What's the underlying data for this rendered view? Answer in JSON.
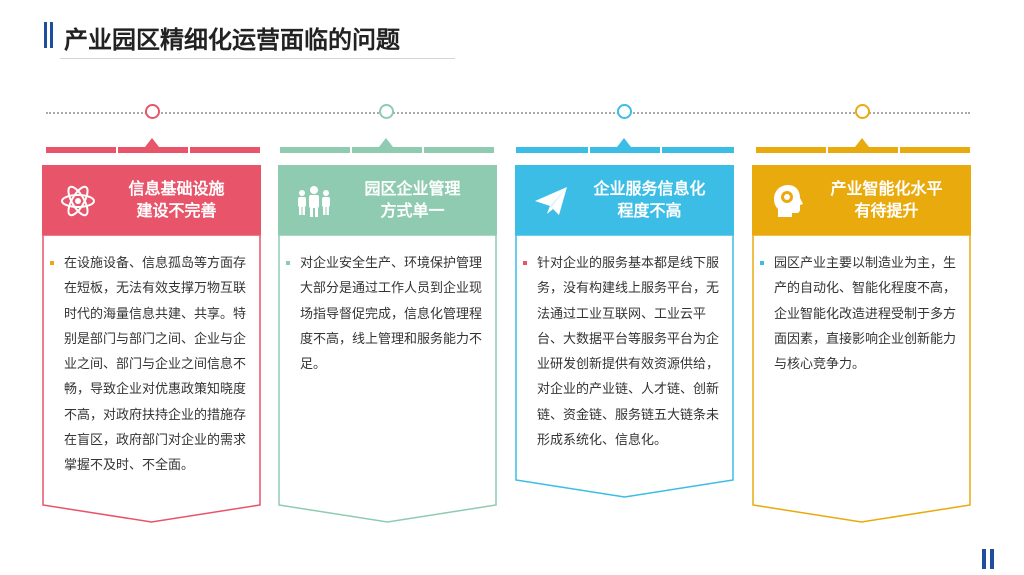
{
  "page": {
    "title": "产业园区精细化运营面临的问题"
  },
  "colors": {
    "red": "#e8546a",
    "green": "#8fcbb0",
    "blue": "#3bbde6",
    "gold": "#e9aa0e",
    "title_mark": "#1f4e9c"
  },
  "cards": [
    {
      "title_line1": "信息基础设施",
      "title_line2": "建设不完善",
      "icon": "atom-icon",
      "text": "在设施设备、信息孤岛等方面存在短板，无法有效支撑万物互联时代的海量信息共建、共享。特别是部门与部门之间、企业与企业之间、部门与企业之间信息不畅，导致企业对优惠政策知晓度不高，对政府扶持企业的措施存在盲区，政府部门对企业的需求掌握不及时、不全面。"
    },
    {
      "title_line1": "园区企业管理",
      "title_line2": "方式单一",
      "icon": "people-icon",
      "text": "对企业安全生产、环境保护管理大部分是通过工作人员到企业现场指导督促完成，信息化管理程度不高，线上管理和服务能力不足。"
    },
    {
      "title_line1": "企业服务信息化",
      "title_line2": "程度不高",
      "icon": "paper-plane-icon",
      "text": "针对企业的服务基本都是线下服务，没有构建线上服务平台，无法通过工业互联网、工业云平台、大数据平台等服务平台为企业研发创新提供有效资源供给，对企业的产业链、人才链、创新链、资金链、服务链五大链条未形成系统化、信息化。"
    },
    {
      "title_line1": "产业智能化水平",
      "title_line2": "有待提升",
      "icon": "brain-head-icon",
      "text": "园区产业主要以制造业为主，生产的自动化、智能化程度不高，企业智能化改造进程受制于多方面因素，直接影响企业创新能力与核心竞争力。"
    }
  ]
}
